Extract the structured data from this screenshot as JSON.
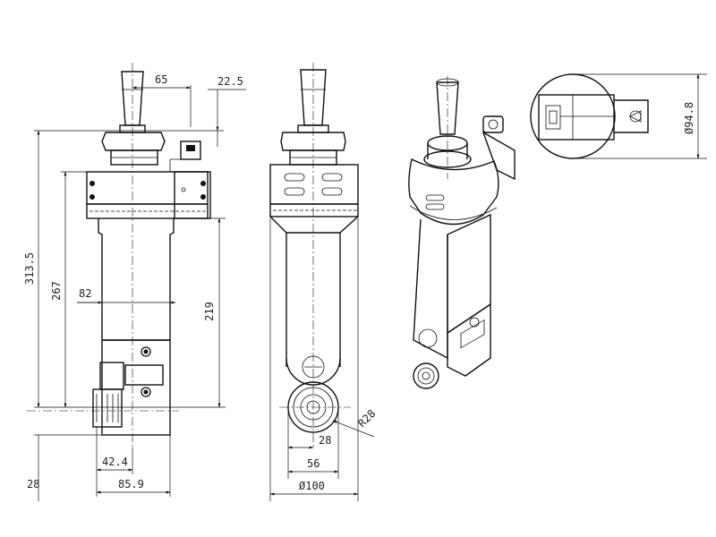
{
  "dimensions": {
    "d65": "65",
    "d22_5": "22.5",
    "d313_5": "313.5",
    "d267": "267",
    "d82": "82",
    "d219": "219",
    "d42_4": "42.4",
    "d85_9": "85.9",
    "d28_left": "28",
    "d28_bottom": "28",
    "d56": "56",
    "d100": "100",
    "r28": "R28",
    "d94_8": "94.8"
  },
  "symbols": {
    "diameter": "Ø"
  }
}
